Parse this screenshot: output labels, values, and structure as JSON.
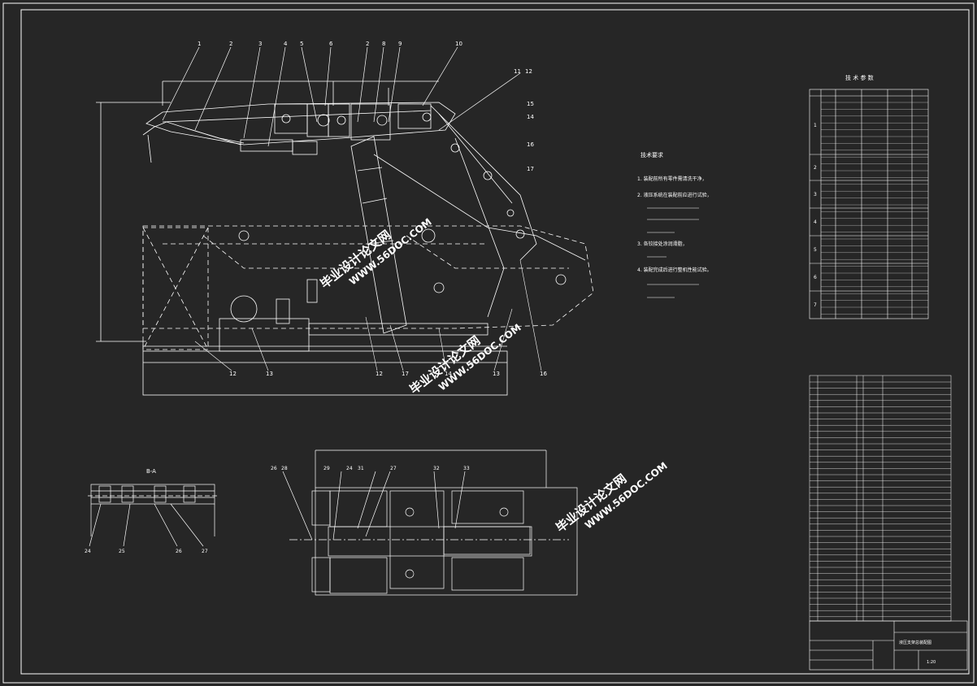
{
  "colors": {
    "background": "#262626",
    "line": "#ffffff",
    "watermark": "#c0392b"
  },
  "drawing": {
    "part_numbers_top": [
      "1",
      "2",
      "3",
      "4",
      "5",
      "6",
      "2",
      "8",
      "9",
      "10",
      "11",
      "12"
    ],
    "part_numbers_right": [
      "15",
      "14",
      "16",
      "17"
    ],
    "part_numbers_bottom": [
      "12",
      "13",
      "12",
      "17",
      "14",
      "13",
      "16"
    ],
    "section_label": "B-A",
    "section_view_labels": [
      "24",
      "25",
      "26",
      "27"
    ],
    "plan_view_labels_top": [
      "26",
      "28",
      "29",
      "24",
      "31",
      "27",
      "32",
      "33"
    ]
  },
  "tech_notes": {
    "title": "技术要求",
    "lines": [
      "1. 装配前所有零件需清洗干净，",
      "2. 液压系统在装配前应进行试验，",
      "3. 各铰接处涂润滑脂，",
      "4. 装配完成后进行整机性能试验。"
    ]
  },
  "spec_table": {
    "title": "技 术 参 数",
    "row_numbers": [
      "1",
      "2",
      "3",
      "4",
      "5",
      "6",
      "7"
    ]
  },
  "title_block": {
    "drawing_name": "液压支架总装配图",
    "scale_label": "1:20"
  },
  "watermarks": [
    "毕业设计论文网",
    "WWW.56DOC.COM"
  ]
}
